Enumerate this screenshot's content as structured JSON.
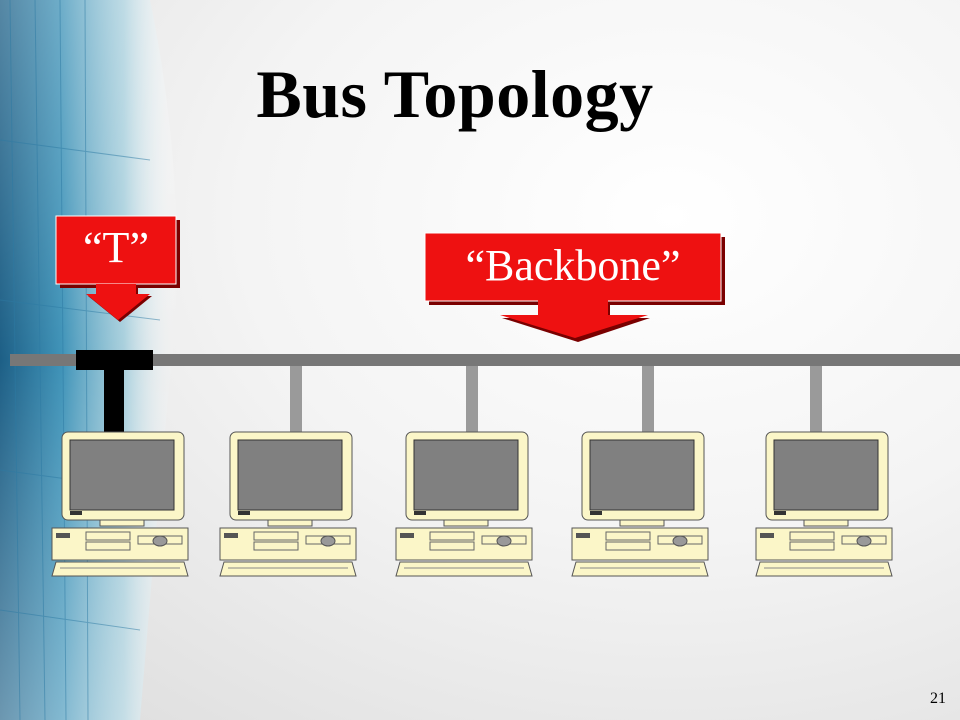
{
  "slide": {
    "title": "Bus Topology",
    "page_number": "21"
  },
  "callouts": {
    "t_label": "“T”",
    "backbone_label": "“Backbone”"
  },
  "network": {
    "computer_count": 5
  },
  "colors": {
    "callout_red": "#ee1111",
    "bus_gray": "#777777",
    "drop_gray": "#9a9a9a",
    "t_connector": "#000000",
    "computer_beige": "#fbf6c8",
    "screen_gray": "#808080"
  }
}
